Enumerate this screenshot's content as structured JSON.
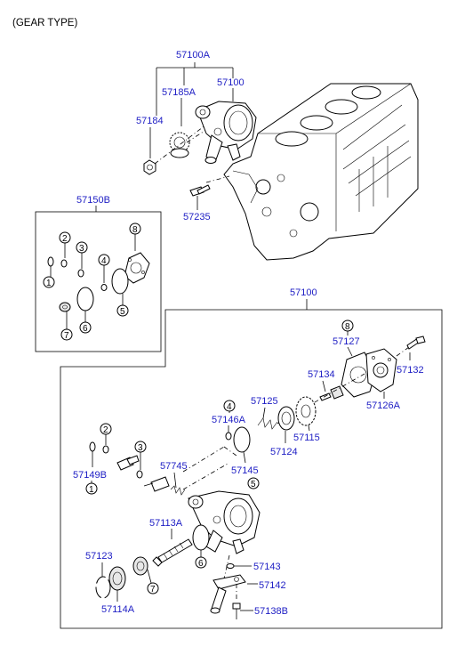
{
  "title": "(GEAR TYPE)",
  "labels": {
    "p57100A": "57100A",
    "p57185A": "57185A",
    "p57100_top": "57100",
    "p57184": "57184",
    "p57235": "57235",
    "p57150B": "57150B",
    "p57100_kit": "57100",
    "p57127": "57127",
    "p57132": "57132",
    "p57134": "57134",
    "p57126A": "57126A",
    "p57125": "57125",
    "p57146A": "57146A",
    "p57115": "57115",
    "p57124": "57124",
    "p57145": "57145",
    "p57149B": "57149B",
    "p57745": "57745",
    "p57113A": "57113A",
    "p57123": "57123",
    "p57143": "57143",
    "p57142": "57142",
    "p57114A": "57114A",
    "p57138B": "57138B"
  },
  "callouts": {
    "kit_1": "1",
    "kit_2": "2",
    "kit_3": "3",
    "kit_4": "4",
    "kit_5": "5",
    "kit_6": "6",
    "kit_7": "7",
    "kit_8": "8",
    "ex_1": "1",
    "ex_2": "2",
    "ex_3": "3",
    "ex_4": "4",
    "ex_5": "5",
    "ex_6": "6",
    "ex_7": "7",
    "ex_8": "8"
  }
}
